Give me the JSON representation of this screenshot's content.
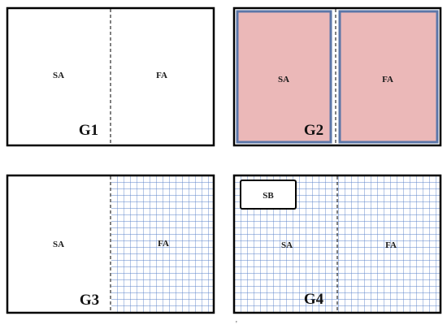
{
  "colors": {
    "frame": "#000000",
    "pink_fill": "#ebb8b8",
    "blue_border": "#5b76a8",
    "grid_line": "#5a82c8"
  },
  "panels": {
    "g1": {
      "label": "G1",
      "left_zone": "SA",
      "right_zone": "FA"
    },
    "g2": {
      "label": "G2",
      "left_zone": "SA",
      "right_zone": "FA"
    },
    "g3": {
      "label": "G3",
      "left_zone": "SA",
      "right_zone": "FA"
    },
    "g4": {
      "label": "G4",
      "left_zone": "SA",
      "right_zone": "FA",
      "inset_box": "SB"
    }
  },
  "footer_mark": "'"
}
